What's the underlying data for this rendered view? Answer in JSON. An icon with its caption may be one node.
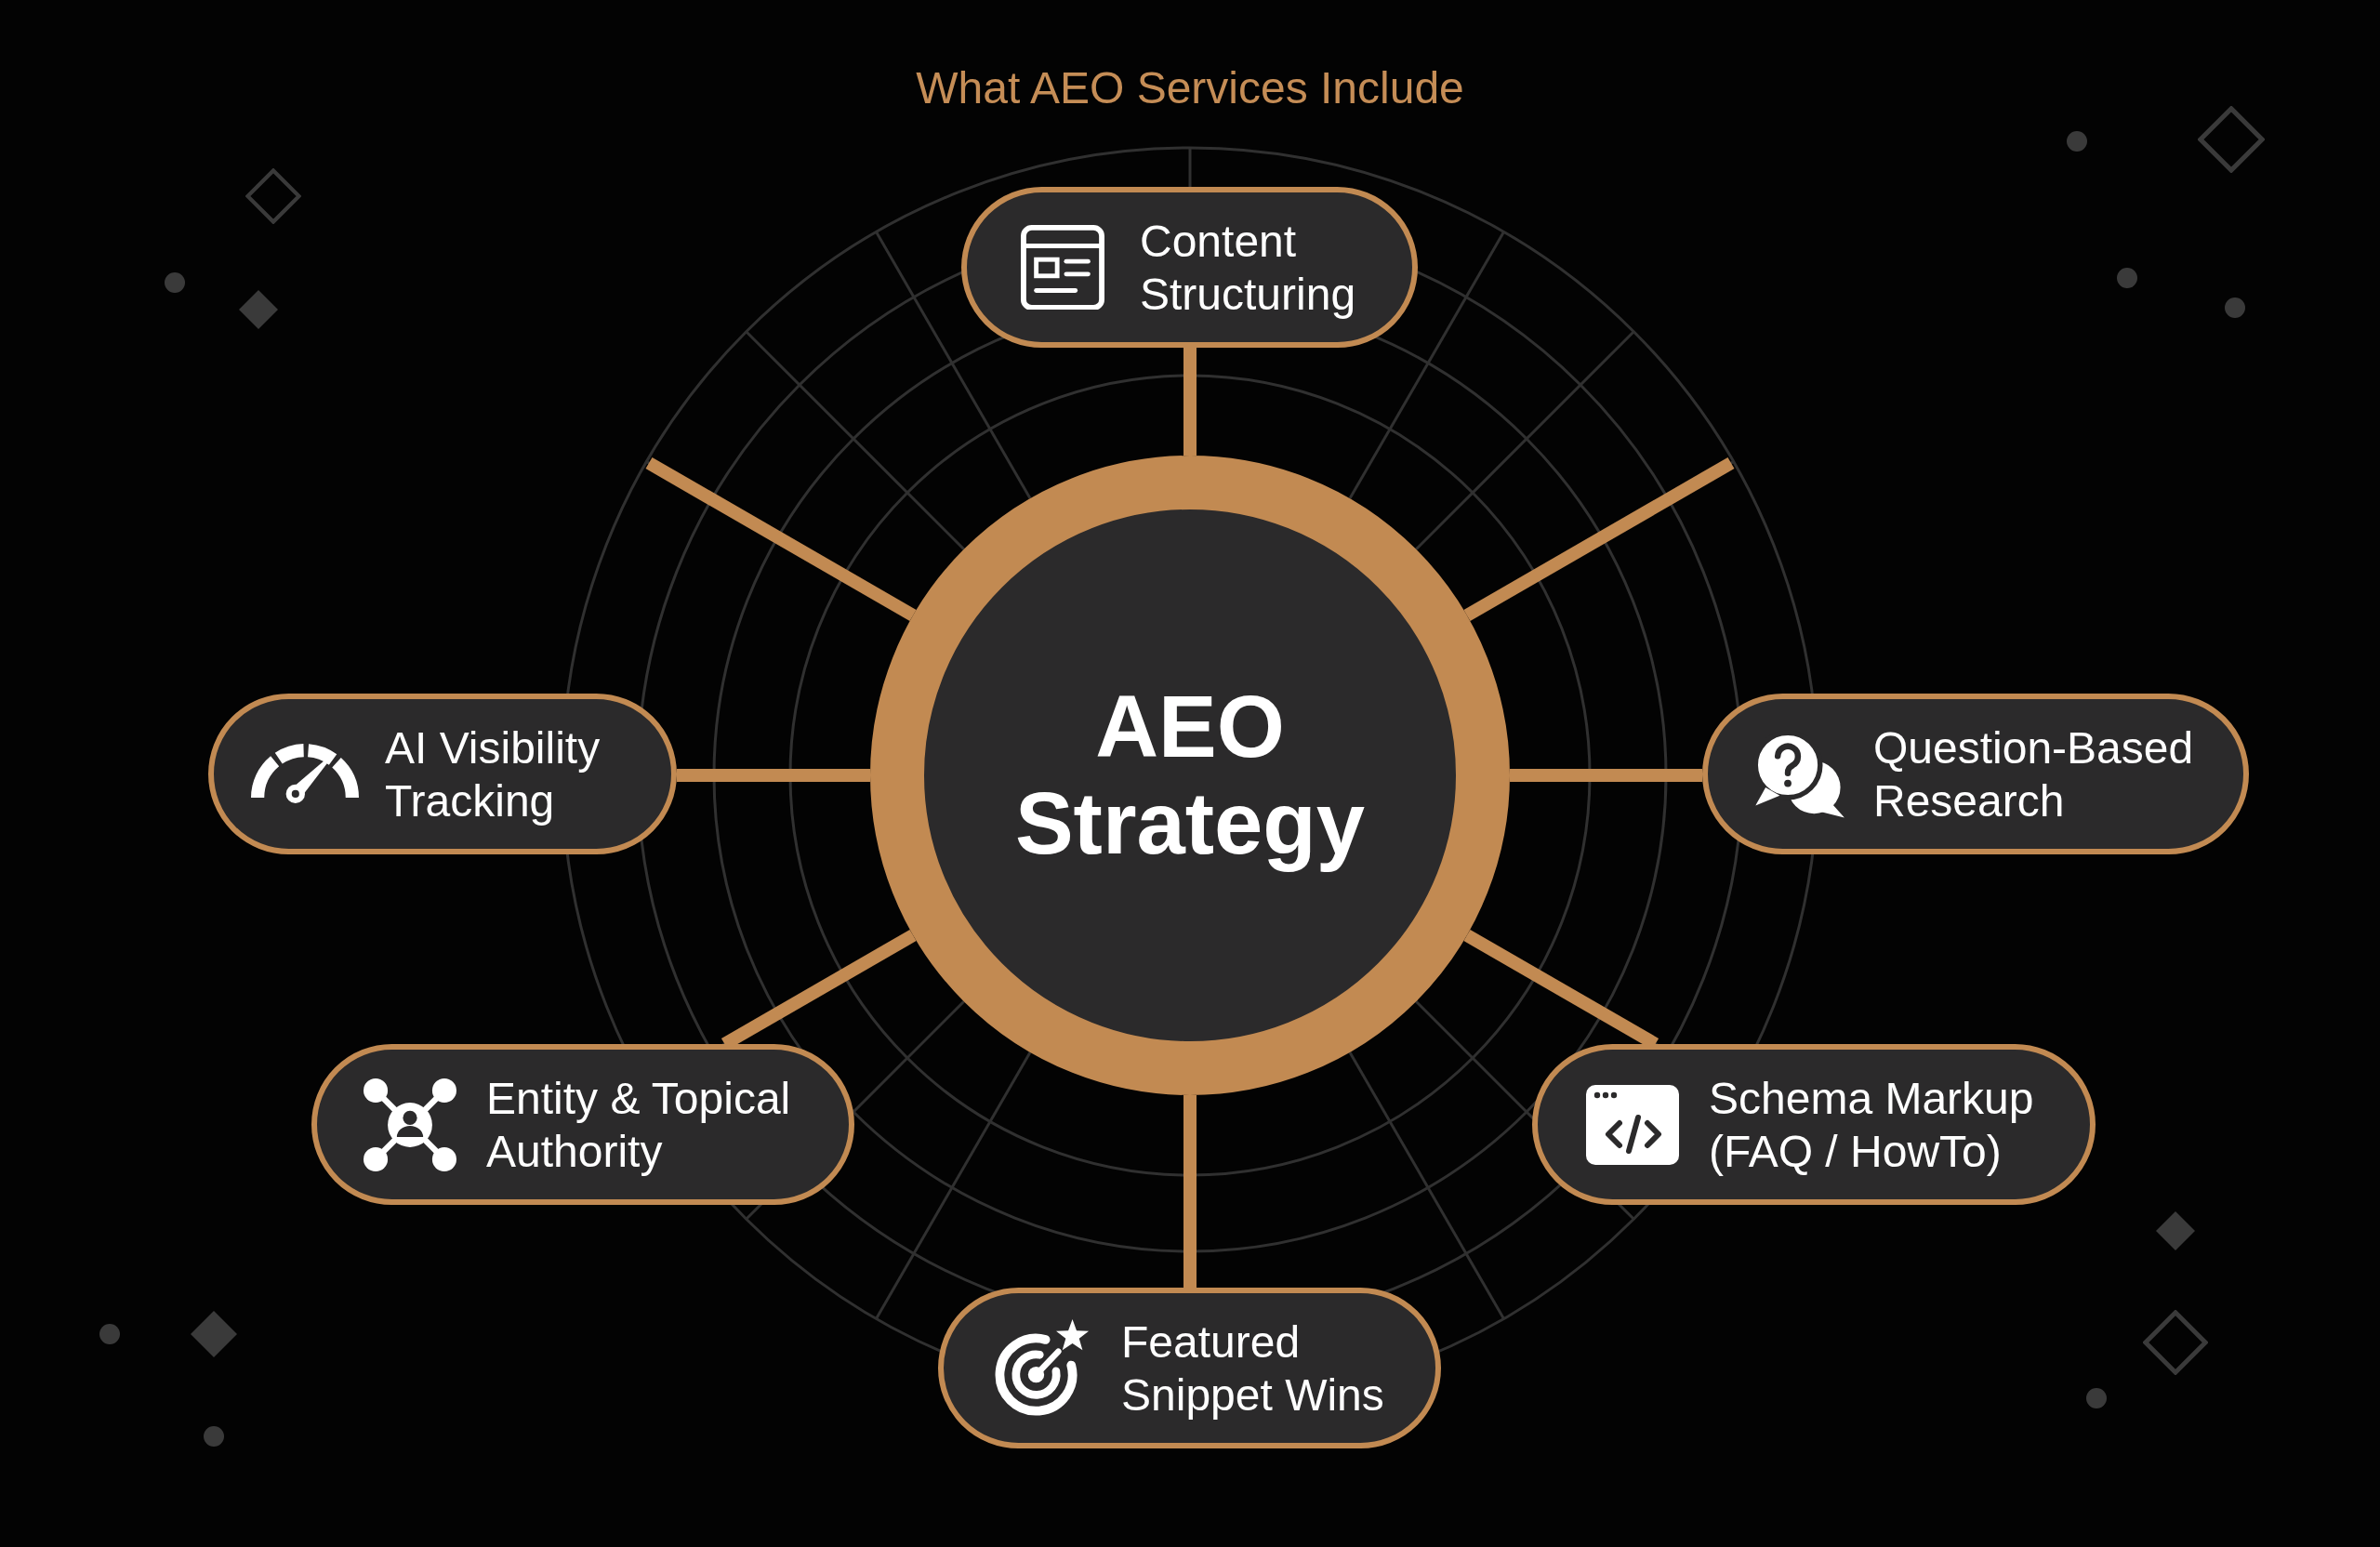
{
  "diagram": {
    "title": "What AEO Services Include",
    "nodes": [
      {
        "text": [
          "Content Structuring"
        ]
      },
      {
        "text": [
          "AEO Strategy"
        ]
      },
      {
        "text": [
          "AI Visibility Tracking"
        ]
      },
      {
        "text": [
          "Question-Based Research"
        ]
      },
      {
        "text": [
          "Entity & Topical Authority"
        ]
      },
      {
        "text": [
          "Schema Markup (FAQ / HowTo)"
        ]
      },
      {
        "text": [
          "Featured Snippet Wins"
        ]
      }
    ],
    "edges": [
      {
        "from": 1,
        "to": 0,
        "arrow": "none"
      },
      {
        "from": 1,
        "to": 2,
        "arrow": "none"
      },
      {
        "from": 1,
        "to": 3,
        "arrow": "none"
      },
      {
        "from": 1,
        "to": 4,
        "arrow": "none"
      },
      {
        "from": 1,
        "to": 5,
        "arrow": "none"
      },
      {
        "from": 1,
        "to": 6,
        "arrow": "none"
      },
      {
        "from": 1,
        "to": null,
        "arrow": "none"
      },
      {
        "from": 1,
        "to": null,
        "arrow": "none"
      }
    ]
  }
}
